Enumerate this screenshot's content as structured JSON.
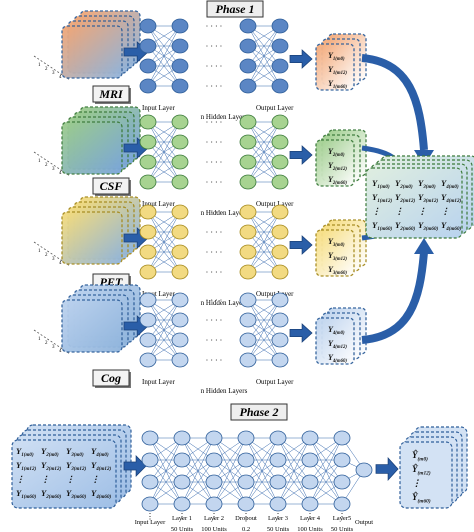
{
  "phase1_title": "Phase 1",
  "phase2_title": "Phase 2",
  "rows": [
    {
      "modality": "MRI",
      "input_layer": "Input Layer",
      "hidden_layers": "n Hidden Layers",
      "output_layer": "Output Layer",
      "outputs": [
        "Y1(m0)",
        "Y1(m12)",
        "Y1(m60)"
      ],
      "colors": {
        "a": "#f3a674",
        "b": "#8fb4dc",
        "node": "#5b86c4",
        "border": "#2f5f9a"
      }
    },
    {
      "modality": "CSF",
      "input_layer": "Input Layer",
      "hidden_layers": "n Hidden Layers",
      "output_layer": "Output Layer",
      "outputs": [
        "Y2(m0)",
        "Y2(m12)",
        "Y2(m60)"
      ],
      "colors": {
        "a": "#9ccc8a",
        "b": "#7aa5db",
        "node": "#a7d391",
        "border": "#3b7a3a"
      }
    },
    {
      "modality": "PET",
      "input_layer": "Input Layer",
      "hidden_layers": "n Hidden Layers",
      "output_layer": "Output Layer",
      "outputs": [
        "Y3(m0)",
        "Y3(m12)",
        "Y3(m60)"
      ],
      "colors": {
        "a": "#f6dc7a",
        "b": "#8fb4dc",
        "node": "#f2da82",
        "border": "#a58a1e"
      }
    },
    {
      "modality": "Cog",
      "input_layer": "Input Layer",
      "hidden_layers": "n Hidden Layers",
      "output_layer": "Output Layer",
      "outputs": [
        "Y4(m0)",
        "Y4(m12)",
        "Y4(m60)"
      ],
      "colors": {
        "a": "#bcd2ee",
        "b": "#8fb4dc",
        "node": "#c3d6ef",
        "border": "#2f5f9a"
      }
    }
  ],
  "combined_matrix": [
    [
      "Y1(m0)",
      "Y2(m0)",
      "Y3(m0)",
      "Y4(m0)"
    ],
    [
      "Y1(m12)",
      "Y2(m12)",
      "Y3(m12)",
      "Y4(m12)"
    ],
    [
      "⋮",
      "⋮",
      "⋮",
      "⋮"
    ],
    [
      "Y1(m60)",
      "Y2(m60)",
      "Y3(m60)",
      "Y4(m60)"
    ]
  ],
  "phase2_input_matrix": [
    [
      "Y1(m0)",
      "Y2(m0)",
      "Y3(m0)",
      "Y4(m0)"
    ],
    [
      "Y1(m12)",
      "Y2(m12)",
      "Y3(m12)",
      "Y4(m12)"
    ],
    [
      "⋮",
      "⋮",
      "⋮",
      "⋮"
    ],
    [
      "Y1(m60)",
      "Y2(m60)",
      "Y3(m60)",
      "Y4(m60)"
    ]
  ],
  "phase2_layers": [
    {
      "line1": "Input Layer",
      "line2": ""
    },
    {
      "line1": "Layer 1",
      "line2": "50 Units"
    },
    {
      "line1": "Layer 2",
      "line2": "100 Units"
    },
    {
      "line1": "Dropout",
      "line2": "0.2"
    },
    {
      "line1": "Layer 3",
      "line2": "50 Units"
    },
    {
      "line1": "Layer 4",
      "line2": "100 Units"
    },
    {
      "line1": "Layer5",
      "line2": "50 Units"
    },
    {
      "line1": "Output",
      "line2": ""
    }
  ],
  "phase2_outputs": [
    "Ŷ(m0)",
    "Ŷ(m12)",
    "⋮",
    "Ŷ(m60)"
  ],
  "axis_marks": [
    "1",
    "2",
    "3",
    "4"
  ]
}
